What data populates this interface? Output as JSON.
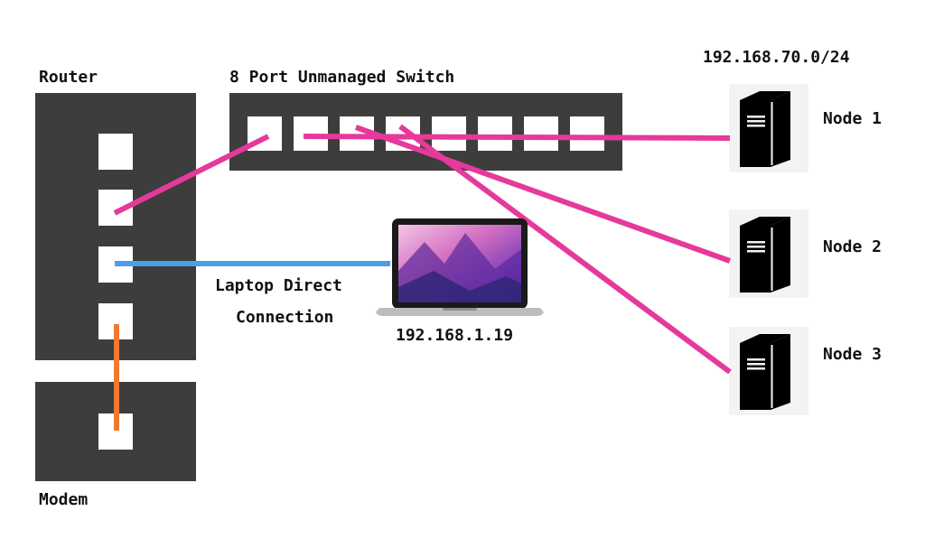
{
  "router": {
    "label": "Router"
  },
  "modem": {
    "label": "Modem"
  },
  "switch": {
    "label": "8 Port Unmanaged Switch"
  },
  "subnet": {
    "label": "192.168.70.0/24"
  },
  "laptop": {
    "caption_line1": "Laptop Direct",
    "caption_line2": "Connection",
    "ip": "192.168.1.19"
  },
  "nodes": [
    {
      "label": "Node 1"
    },
    {
      "label": "Node 2"
    },
    {
      "label": "Node 3"
    }
  ],
  "colors": {
    "device": "#3d3d3d",
    "switch_link": "#e6399b",
    "laptop_link": "#4a9eea",
    "modem_link": "#f07a2e"
  }
}
